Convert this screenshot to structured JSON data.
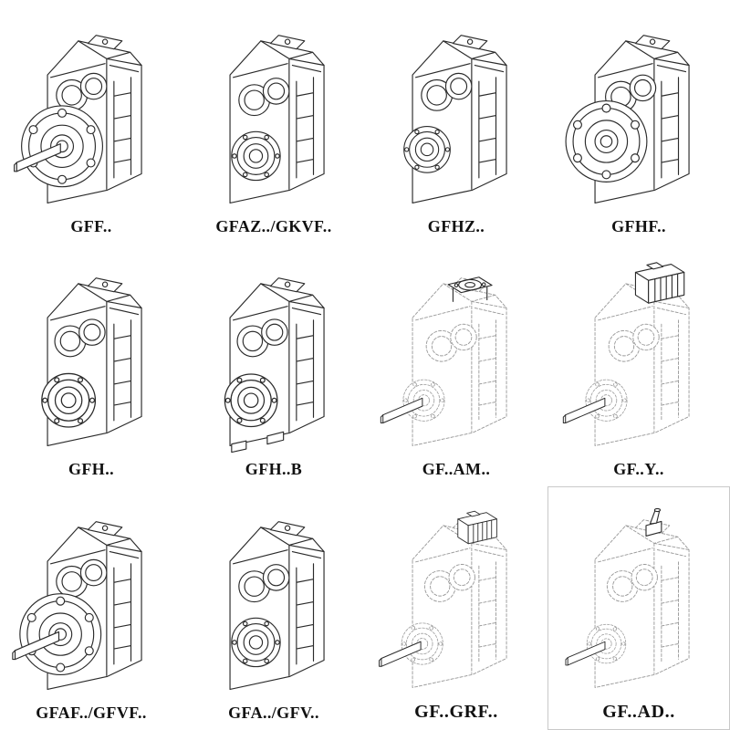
{
  "page": {
    "kind": "gearbox-catalog-sheet",
    "background": "#ffffff"
  },
  "colors": {
    "ink": "#2b2b2b",
    "ghost_line": "#9a9a9a",
    "label_text": "#111111",
    "box_border": "#c9c9c9"
  },
  "products": [
    {
      "label": "GFF..",
      "drawing": "gearbox-flange-output-with-shaft",
      "line_style": "solid"
    },
    {
      "label": "GFAZ../GKVF..",
      "drawing": "gearbox-hollow-shaft-hub",
      "line_style": "solid"
    },
    {
      "label": "GFHZ..",
      "drawing": "gearbox-hollow-shaft-hub",
      "line_style": "solid"
    },
    {
      "label": "GFHF..",
      "drawing": "gearbox-flange-output",
      "line_style": "solid"
    },
    {
      "label": "GFH..",
      "drawing": "gearbox-hollow-shaft-hub",
      "line_style": "solid"
    },
    {
      "label": "GFH..B",
      "drawing": "gearbox-hollow-shaft-hub-with-base",
      "line_style": "solid"
    },
    {
      "label": "GF..AM..",
      "drawing": "gearbox-with-input-flange",
      "line_style": "dashed-with-solid-input-flange"
    },
    {
      "label": "GF..Y..",
      "drawing": "gearbox-with-mounted-motor",
      "line_style": "dashed-with-solid-motor"
    },
    {
      "label": "GFAF../GFVF..",
      "drawing": "gearbox-flange-output-with-shaft",
      "line_style": "solid"
    },
    {
      "label": "GFA../GFV..",
      "drawing": "gearbox-hollow-shaft-hub",
      "line_style": "solid"
    },
    {
      "label": "GF..GRF..",
      "drawing": "gearbox-with-adapter-block",
      "line_style": "dashed-with-solid-adapter"
    },
    {
      "label": "GF..AD..",
      "drawing": "gearbox-with-input-shaft-adapter",
      "line_style": "dashed-with-solid-input-shaft"
    }
  ]
}
